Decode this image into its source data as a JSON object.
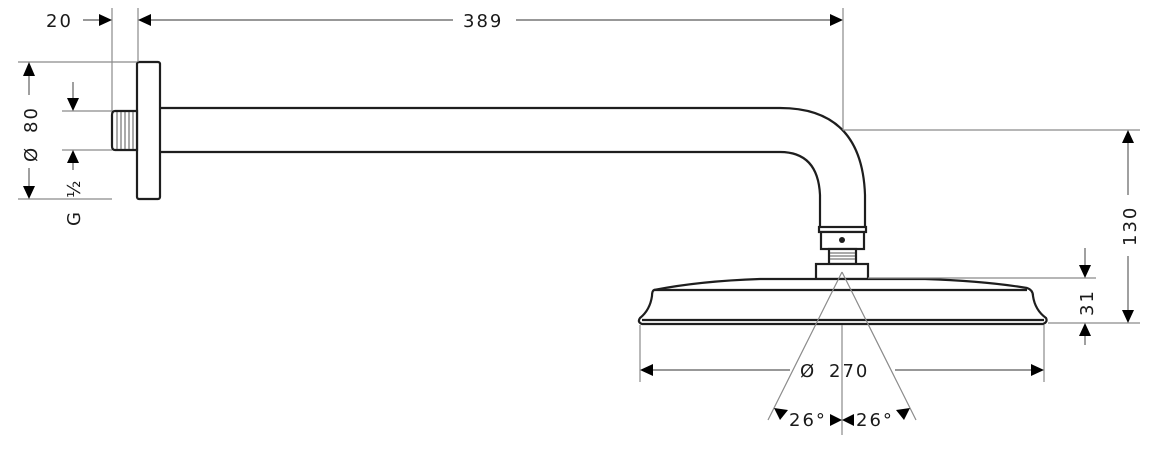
{
  "drawing": {
    "title": "Overhead shower with wall arm - dimensioned technical drawing",
    "units": "mm",
    "line_color": "#1e1e1e",
    "dim_color": "#777777"
  },
  "dimensions": {
    "flange_depth": {
      "value": "20",
      "label": "20"
    },
    "arm_projection": {
      "value": "389",
      "label": "389"
    },
    "flange_diameter": {
      "symbol": "Ø",
      "value": "80",
      "label": "Ø 80"
    },
    "thread": {
      "label": "G ½",
      "prefix": "G",
      "size": "½"
    },
    "arm_drop": {
      "value": "130",
      "label": "130"
    },
    "head_height": {
      "value": "31",
      "label": "31"
    },
    "head_diameter": {
      "symbol": "Ø",
      "value": "270",
      "label": "270"
    },
    "spray_angle_left": {
      "value": "26°",
      "label": "26°"
    },
    "spray_angle_right": {
      "value": "26°",
      "label": "26°"
    }
  },
  "parts": [
    {
      "name": "wall-flange"
    },
    {
      "name": "threaded-connector"
    },
    {
      "name": "shower-arm"
    },
    {
      "name": "swivel-joint"
    },
    {
      "name": "shower-head"
    }
  ]
}
